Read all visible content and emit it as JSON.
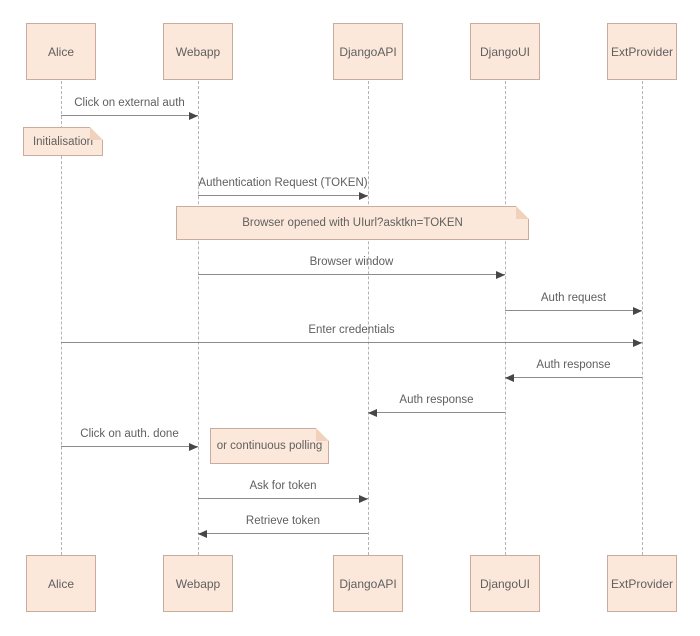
{
  "diagram": {
    "type": "uml-sequence-diagram",
    "colors": {
      "background": "#ffffff",
      "shape_fill": "#fce8da",
      "shape_border": "#c9ac9c",
      "text": "#5f5f5f",
      "message_line": "#8c8c8c",
      "arrowhead": "#474747",
      "lifeline": "#b3b3b3",
      "note_fold": "#f0d2bc"
    },
    "actors": [
      {
        "id": "alice",
        "label": "Alice"
      },
      {
        "id": "webapp",
        "label": "Webapp"
      },
      {
        "id": "djangoapi",
        "label": "DjangoAPI"
      },
      {
        "id": "djangoui",
        "label": "DjangoUI"
      },
      {
        "id": "extprovider",
        "label": "ExtProvider"
      }
    ],
    "messages": [
      {
        "label": "Click on external auth",
        "from": "Alice",
        "to": "Webapp",
        "direction": "right"
      },
      {
        "label": "Authentication Request (TOKEN)",
        "from": "Webapp",
        "to": "DjangoAPI",
        "direction": "right"
      },
      {
        "label": "Browser window",
        "from": "Webapp",
        "to": "DjangoUI",
        "direction": "right"
      },
      {
        "label": "Auth request",
        "from": "DjangoUI",
        "to": "ExtProvider",
        "direction": "right"
      },
      {
        "label": "Enter credentials",
        "from": "Alice",
        "to": "ExtProvider",
        "direction": "right"
      },
      {
        "label": "Auth response",
        "from": "ExtProvider",
        "to": "DjangoUI",
        "direction": "left"
      },
      {
        "label": "Auth response",
        "from": "DjangoUI",
        "to": "DjangoAPI",
        "direction": "left"
      },
      {
        "label": "Click on auth. done",
        "from": "Alice",
        "to": "Webapp",
        "direction": "right"
      },
      {
        "label": "Ask for token",
        "from": "Webapp",
        "to": "DjangoAPI",
        "direction": "right"
      },
      {
        "label": "Retrieve token",
        "from": "DjangoAPI",
        "to": "Webapp",
        "direction": "left"
      }
    ],
    "notes": [
      {
        "label": "Initialisation",
        "attached_to": "Alice"
      },
      {
        "label": "Browser opened with UIurl?asktkn=TOKEN",
        "attached_to": "Webapp-DjangoUI"
      },
      {
        "label": "or continuous polling",
        "attached_to": "Webapp"
      }
    ]
  }
}
